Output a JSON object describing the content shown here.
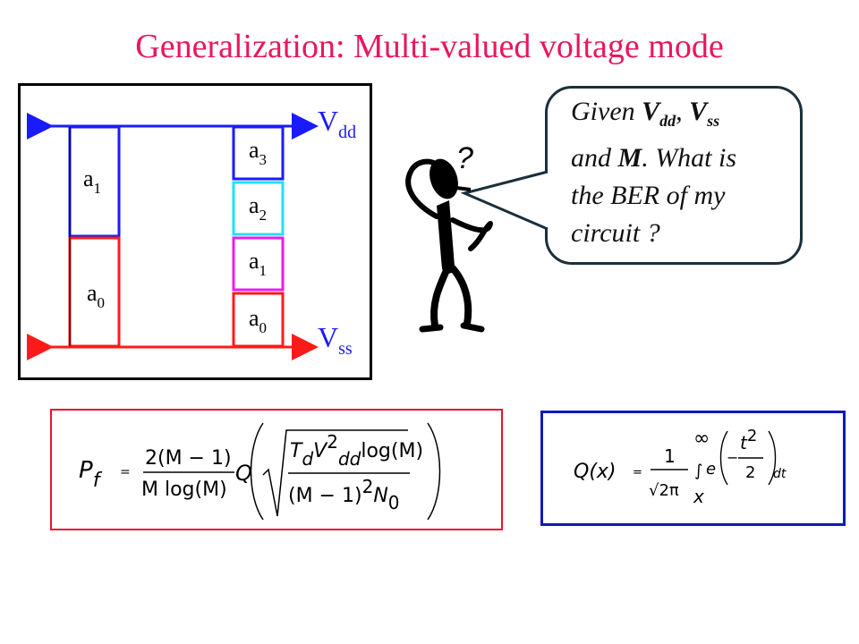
{
  "title": "Generalization: Multi-valued voltage mode",
  "diagram": {
    "vdd_label": "V",
    "vdd_sub": "dd",
    "vss_label": "V",
    "vss_sub": "ss",
    "left_levels": [
      {
        "base": "a",
        "sub": "1"
      },
      {
        "base": "a",
        "sub": "0"
      }
    ],
    "right_levels": [
      {
        "base": "a",
        "sub": "3"
      },
      {
        "base": "a",
        "sub": "2"
      },
      {
        "base": "a",
        "sub": "1"
      },
      {
        "base": "a",
        "sub": "0"
      }
    ],
    "colors": {
      "vdd": "#1a1aff",
      "vss": "#ff1a1a",
      "a3": "#1a1aff",
      "a2": "#22e0f0",
      "a1": "#e91ee8",
      "a0": "#ff1a1a"
    }
  },
  "bubble": {
    "line1_pre": "Given ",
    "vdd": "V",
    "vdd_sub": "dd",
    "comma": ", ",
    "vss": "V",
    "vss_sub": "ss",
    "line2_pre": "and ",
    "m": "M",
    "line2_post": ". What is",
    "line3": "the BER of my",
    "line4": "circuit ?"
  },
  "person": {
    "question_mark": "?"
  },
  "formula_pf": {
    "lhs": "P",
    "lhs_sub": "f",
    "equals": "=",
    "num1": "2(M − 1)",
    "den1": "M log(M)",
    "q": "Q",
    "sqrt_num_t": "T",
    "sqrt_num_d": "d",
    "sqrt_num_v": "V",
    "sqrt_num_exp": "2",
    "sqrt_num_dd": "dd",
    "sqrt_num_log": "log(M)",
    "sqrt_den": "(M − 1)",
    "sqrt_den_exp": "2",
    "sqrt_den_n": "N",
    "sqrt_den_sub": "0",
    "border_color": "#e8152f"
  },
  "formula_q": {
    "lhs": "Q(x)",
    "equals": "=",
    "num": "1",
    "den": "√2π",
    "integral_upper": "∞",
    "integral_lower": "x",
    "integral": "∫",
    "e": "e",
    "exp_num": "t",
    "exp_num_sup": "2",
    "exp_den": "2",
    "minus": "−",
    "dt": "dt",
    "border_color": "#1219b8"
  }
}
